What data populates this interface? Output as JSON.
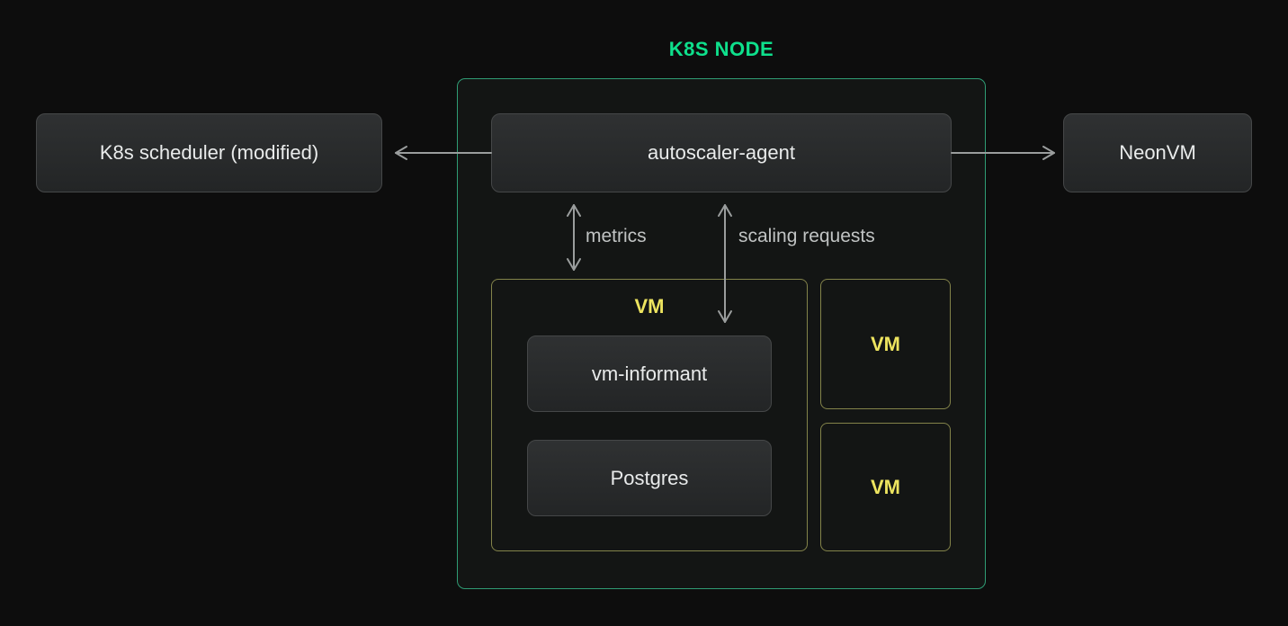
{
  "diagram": {
    "title": "K8S NODE",
    "colors": {
      "bg": "#0d0d0d",
      "container-bg": "#131514",
      "container-border": "#2f9c74",
      "title-green": "#0ee08c",
      "vm-border": "#83834a",
      "vm-yellow": "#ede45f",
      "node-border": "#454748",
      "node-bg-top": "#2f3132",
      "node-bg-bottom": "#232526",
      "node-text": "#e9ebeb",
      "arrow": "#9a9d9d",
      "edge-label": "#c0c3c3"
    },
    "nodes": {
      "scheduler": {
        "label": "K8s scheduler (modified)"
      },
      "autoscaler": {
        "label": "autoscaler-agent"
      },
      "neonvm": {
        "label": "NeonVM"
      },
      "vm_main": {
        "label": "VM"
      },
      "vm_informant": {
        "label": "vm-informant"
      },
      "postgres": {
        "label": "Postgres"
      },
      "vm_right_top": {
        "label": "VM"
      },
      "vm_right_bottom": {
        "label": "VM"
      }
    },
    "edges": {
      "metrics": {
        "label": "metrics"
      },
      "scaling_requests": {
        "label": "scaling requests"
      }
    }
  }
}
